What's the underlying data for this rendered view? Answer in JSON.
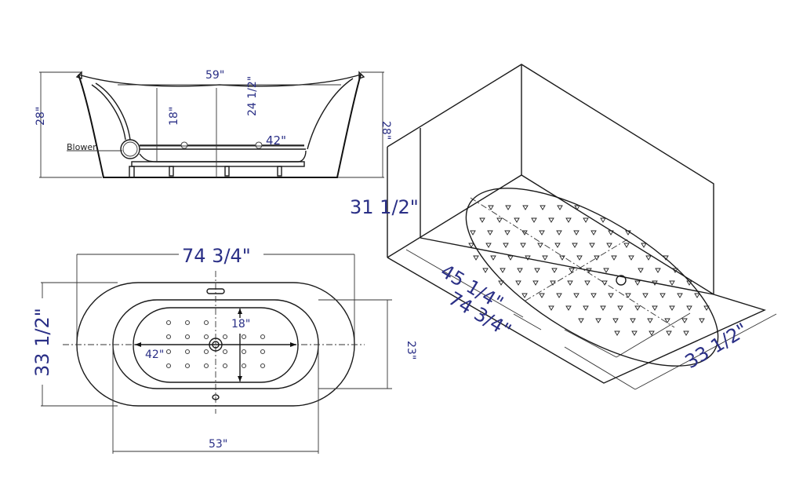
{
  "drawing": {
    "side_view": {
      "length_label": "59\"",
      "height_left_label": "28\"",
      "height_right_label": "28\"",
      "water_depth_label": "18\"",
      "inner_depth_label": "24 1/2\"",
      "interior_length_label": "42\"",
      "blower_label": "Blower"
    },
    "top_view": {
      "overall_length_label": "74 3/4\"",
      "overall_width_label": "33 1/2\"",
      "inner_width_label": "23\"",
      "bottom_width_label": "18\"",
      "bottom_length_label": "42\"",
      "inner_length_label": "53\""
    },
    "installation_view": {
      "height_label": "31 1/2\"",
      "opening_length_label": "45 1/4\"",
      "overall_length_label": "74 3/4\"",
      "overall_width_label": "33 1/2\""
    },
    "colors": {
      "dimension_text": "#2a2f86",
      "line": "#1a1a1a"
    }
  }
}
